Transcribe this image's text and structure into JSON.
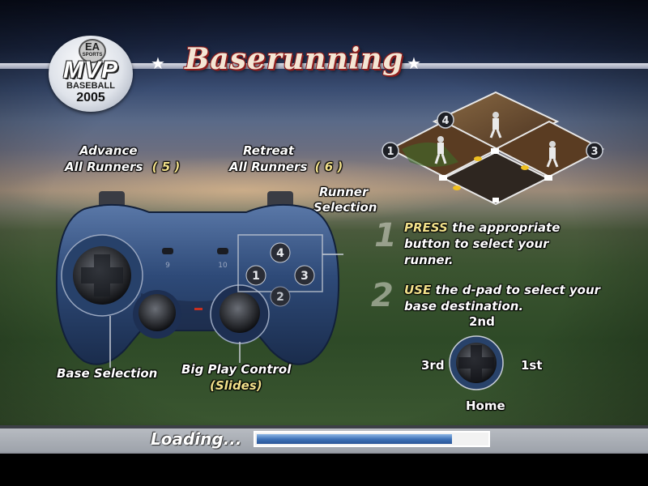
{
  "header": {
    "title": "Baserunning",
    "logo": {
      "ea": "EA",
      "ea_sub": "SPORTS",
      "brand": "MVP",
      "sport": "BASEBALL",
      "year": "2005"
    }
  },
  "controller": {
    "advance_label_1": "Advance",
    "advance_label_2": "All Runners",
    "advance_button": "( 5 )",
    "retreat_label_1": "Retreat",
    "retreat_label_2": "All Runners",
    "retreat_button": "( 6 )",
    "runner_selection_1": "Runner",
    "runner_selection_2": "Selection",
    "base_selection": "Base Selection",
    "big_play_1": "Big Play Control",
    "big_play_2": "(Slides)",
    "button_labels": {
      "b9": "9",
      "b10": "10",
      "f1": "1",
      "f2": "2",
      "f3": "3",
      "f4": "4"
    },
    "body_color": "#2e4a78"
  },
  "diamond": {
    "base_markers": {
      "first": "1",
      "third": "3",
      "second": "4"
    },
    "dirt_color": "#6a4a2c",
    "grass_color": "#3d6a2a"
  },
  "steps": [
    {
      "number": "1",
      "verb": "PRESS",
      "text_line1": " the appropriate",
      "text_line2": "button to select your",
      "text_line3": "runner."
    },
    {
      "number": "2",
      "verb": "USE",
      "text_line1": " the d-pad to select your",
      "text_line2": "base destination."
    }
  ],
  "dpad": {
    "up": "2nd",
    "left": "3rd",
    "right": "1st",
    "down": "Home"
  },
  "loading": {
    "label": "Loading...",
    "progress_fraction": 0.85,
    "fill_color": "#3f73b8"
  }
}
